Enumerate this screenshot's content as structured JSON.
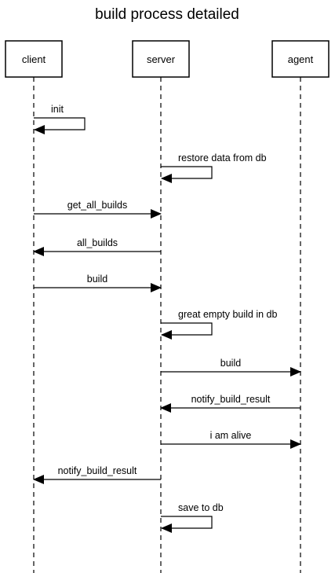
{
  "title": "build process detailed",
  "participants": [
    {
      "id": "client",
      "label": "client"
    },
    {
      "id": "server",
      "label": "server"
    },
    {
      "id": "agent",
      "label": "agent"
    }
  ],
  "messages": [
    {
      "from": "client",
      "to": "client",
      "label": "init"
    },
    {
      "from": "server",
      "to": "server",
      "label": "restore data from db"
    },
    {
      "from": "client",
      "to": "server",
      "label": "get_all_builds"
    },
    {
      "from": "server",
      "to": "client",
      "label": "all_builds"
    },
    {
      "from": "client",
      "to": "server",
      "label": "build"
    },
    {
      "from": "server",
      "to": "server",
      "label": "great empty build in db"
    },
    {
      "from": "server",
      "to": "agent",
      "label": "build"
    },
    {
      "from": "agent",
      "to": "server",
      "label": "notify_build_result"
    },
    {
      "from": "server",
      "to": "agent",
      "label": "i am alive"
    },
    {
      "from": "server",
      "to": "client",
      "label": "notify_build_result"
    },
    {
      "from": "server",
      "to": "server",
      "label": "save to db"
    }
  ]
}
